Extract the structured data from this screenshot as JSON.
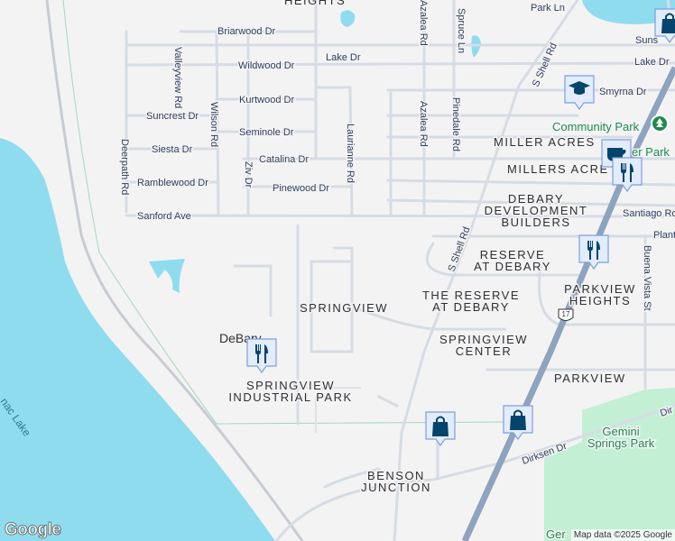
{
  "map": {
    "colors": {
      "water": "#8fdcee",
      "land": "#f4f3f4",
      "road": "#d6dce4",
      "highway": "#8ea3bd",
      "park": "#c3efd4",
      "pin": "#06456b",
      "pin_bg": "#e3ecfb"
    },
    "streets": {
      "park_ln": "Park Ln",
      "briarwood": "Briarwood Dr",
      "lake_dr_w": "Lake Dr",
      "lake_dr_e": "Lake Dr",
      "wildwood": "Wildwood Dr",
      "kurtwood": "Kurtwood Dr",
      "suncrest": "Suncrest Dr",
      "seminole": "Seminole Dr",
      "siesta": "Siesta Dr",
      "catalina": "Catalina Dr",
      "ramblewood": "Ramblewood Dr",
      "pinewood": "Pinewood Dr",
      "sanford": "Sanford Ave",
      "valleyview": "Valleyview Rd",
      "wilson": "Wilson Rd",
      "deerpath": "Deerpath Rd",
      "ziv": "Ziv Dr",
      "laurianne": "Laurianne Rd",
      "azalea_n": "Azalea Rd",
      "azalea_s": "Azalea Rd",
      "spruce": "Spruce Ln",
      "pinedale": "Pinedale Rd",
      "shell_n": "S Shell Rd",
      "shell_s": "S Shell Rd",
      "smyrna": "Smyrna Dr",
      "suns": "Suns",
      "santiago": "Santiago Ro",
      "plant": "Plant",
      "buena_vista": "Buena Vista St",
      "dirksen": "Dirksen Dr",
      "dirksen_e": "Dir",
      "us17": "17"
    },
    "areas": {
      "heights": "HEIGHTS",
      "miller_acres": "MILLER ACRES",
      "millers_acres": "MILLERS ACRE",
      "debary_dev_1": "DEBARY",
      "debary_dev_2": "DEVELOPMENT",
      "debary_dev_3": "BUILDERS",
      "reserve_1": "RESERVE",
      "reserve_2": "AT DEBARY",
      "the_reserve_1": "THE RESERVE",
      "the_reserve_2": "AT DEBARY",
      "springview": "SPRINGVIEW",
      "parkview_heights_1": "PARKVIEW",
      "parkview_heights_2": "HEIGHTS",
      "springview_center_1": "SPRINGVIEW",
      "springview_center_2": "CENTER",
      "parkview": "PARKVIEW",
      "industrial_1": "SPRINGVIEW",
      "industrial_2": "INDUSTRIAL PARK",
      "benson_1": "BENSON",
      "benson_2": "JUNCTION",
      "debary": "DeBary"
    },
    "parks": {
      "community": "Community Park",
      "miller_park": "er Park",
      "gemini_1": "Gemini",
      "gemini_2": "Springs Park",
      "gem": "Ger"
    },
    "water": {
      "lake": "nac Lake"
    },
    "pins": [
      {
        "type": "restaurant",
        "icon": "fork-knife-icon"
      },
      {
        "type": "shopping",
        "icon": "shopping-bag-icon"
      },
      {
        "type": "shopping",
        "icon": "shopping-bag-icon"
      },
      {
        "type": "restaurant",
        "icon": "fork-knife-icon"
      },
      {
        "type": "restaurant",
        "icon": "fork-knife-icon"
      },
      {
        "type": "cafe",
        "icon": "coffee-cup-icon"
      },
      {
        "type": "school",
        "icon": "graduation-cap-icon"
      },
      {
        "type": "shopping",
        "icon": "shopping-bag-icon"
      }
    ],
    "logo": "Google",
    "attribution": "Map data ©2025 Google"
  }
}
